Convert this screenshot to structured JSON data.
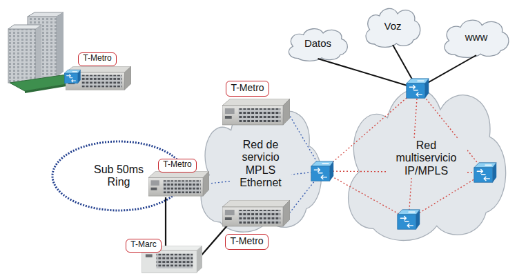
{
  "diagram": {
    "nodes": [
      {
        "text": [
          "Datos"
        ]
      },
      {
        "text": [
          "Voz"
        ]
      },
      {
        "text": [
          "www"
        ]
      },
      {
        "text": [
          "T-Metro"
        ]
      },
      {
        "text": [
          "T-Metro"
        ]
      },
      {
        "text": [
          "Red de servicio MPLS Ethernet"
        ]
      },
      {
        "text": [
          "Red multiservicio IP/MPLS"
        ]
      },
      {
        "text": [
          "Sub 50ms Ring"
        ]
      },
      {
        "text": [
          "T-Metro"
        ]
      },
      {
        "text": [
          "T-Metro"
        ]
      },
      {
        "text": [
          "T-Marc"
        ]
      }
    ],
    "edges": [
      {
        "from": 0,
        "to": 6,
        "arrow": "none"
      },
      {
        "from": 1,
        "to": 6,
        "arrow": "none"
      },
      {
        "from": 2,
        "to": 6,
        "arrow": "none"
      }
    ]
  }
}
